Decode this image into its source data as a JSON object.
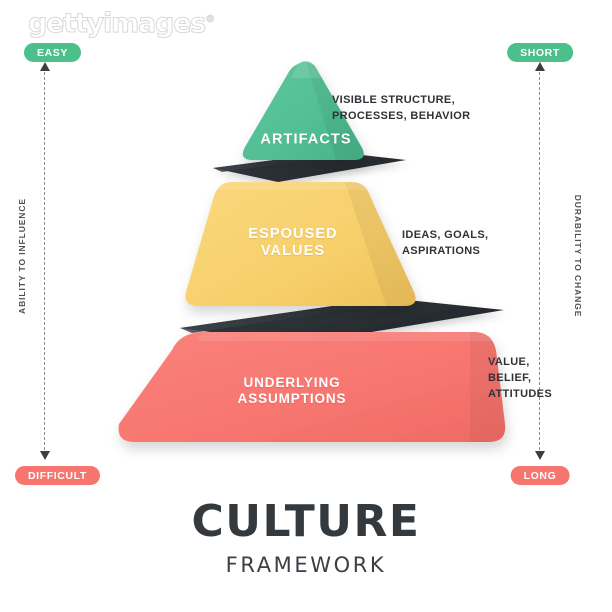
{
  "watermark": {
    "text": "gettyimages",
    "mark": "®"
  },
  "axes": {
    "left": {
      "top_badge": "EASY",
      "bottom_badge": "DIFFICULT",
      "caption": "ABILITY TO INFLUENCE",
      "top_badge_color": "#4BC08A",
      "bottom_badge_color": "#F7756F",
      "arrow_top": "arrow-up-icon",
      "arrow_bottom": "arrow-down-icon"
    },
    "right": {
      "top_badge": "SHORT",
      "bottom_badge": "LONG",
      "caption": "DURABILITY TO CHANGE",
      "top_badge_color": "#4BC08A",
      "bottom_badge_color": "#F7756F",
      "arrow_top": "arrow-up-icon",
      "arrow_bottom": "arrow-down-icon"
    }
  },
  "pyramid": {
    "tiers": [
      {
        "id": "artifacts",
        "label": "ARTIFACTS",
        "description": "VISIBLE STRUCTURE,\nPROCESSES, BEHAVIOR",
        "color": "#52BE93",
        "shade_color": "#41A87E",
        "slab_color": "#2E3338"
      },
      {
        "id": "espoused-values",
        "label": "ESPOUSED\nVALUES",
        "description": "IDEAS, GOALS,\nASPIRATIONS",
        "color": "#F7CF6B",
        "shade_color": "#E0B855",
        "slab_color": "#2E3338"
      },
      {
        "id": "underlying-assumptions",
        "label": "UNDERLYING\nASSUMPTIONS",
        "description": "VALUE,\nBELIEF,\nATTITUDES",
        "color": "#F7756F",
        "shade_color": "#E05D58",
        "slab_color": "#2E3338"
      }
    ]
  },
  "title": {
    "main": "CULTURE",
    "sub": "FRAMEWORK",
    "color": "#34393E"
  }
}
